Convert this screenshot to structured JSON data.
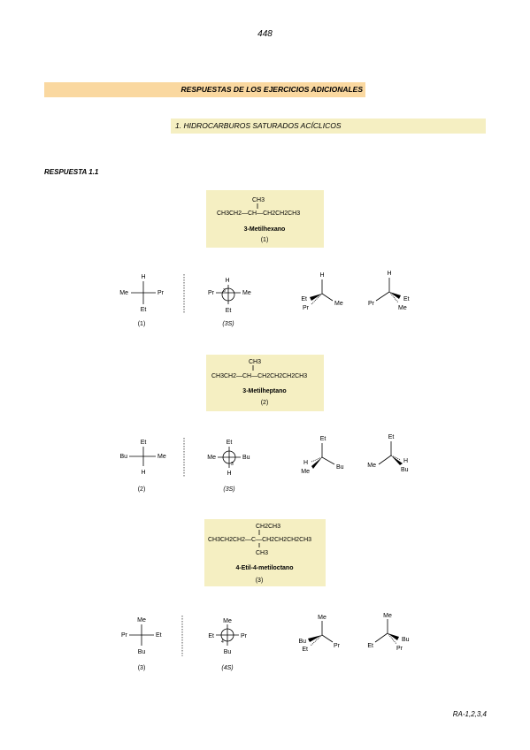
{
  "page_number": "448",
  "section_title": "RESPUESTAS DE LOS EJERCICIOS ADICIONALES",
  "subsection_title": "1. HIDROCARBUROS SATURADOS ACÍCLICOS",
  "answer_label": "RESPUESTA 1.1",
  "footer": "RA-1,2,3,4",
  "compounds": [
    {
      "formula_top": "CH3",
      "formula_main": "CH3CH2—CH—CH2CH2CH3",
      "name": "3-Metilhexano",
      "number": "(1)",
      "fischer": {
        "top": "H",
        "left": "Me",
        "right": "Pr",
        "bottom": "Et",
        "label": "(1)"
      },
      "newman": {
        "top": "H",
        "left": "Pr",
        "right": "Me",
        "bottom": "Et",
        "center": "3",
        "label": "(3S)"
      },
      "persp1": {
        "top": "H",
        "a": "Et",
        "b": "Pr",
        "c": "Me"
      },
      "persp2": {
        "top": "H",
        "a": "Pr",
        "b": "Et",
        "c": "Me"
      }
    },
    {
      "formula_top": "CH3",
      "formula_main": "CH3CH2—CH—CH2CH2CH2CH3",
      "name": "3-Metilheptano",
      "number": "(2)",
      "fischer": {
        "top": "Et",
        "left": "Bu",
        "right": "Me",
        "bottom": "H",
        "label": "(2)"
      },
      "newman": {
        "top": "Et",
        "left": "Me",
        "right": "Bu",
        "bottom": "H",
        "center": "3",
        "label": "(3S)"
      },
      "persp1": {
        "top": "Et",
        "a": "H",
        "b": "Me",
        "c": "Bu"
      },
      "persp2": {
        "top": "Et",
        "a": "Me",
        "b": "H",
        "c": "Bu"
      }
    },
    {
      "formula_top": "CH2CH3",
      "formula_main": "CH3CH2CH2—C—CH2CH2CH2CH3",
      "formula_bottom": "CH3",
      "name": "4-Etil-4-metiloctano",
      "number": "(3)",
      "fischer": {
        "top": "Me",
        "left": "Pr",
        "right": "Et",
        "bottom": "Bu",
        "label": "(3)"
      },
      "newman": {
        "top": "Me",
        "left": "Et",
        "right": "Pr",
        "bottom": "Bu",
        "center": "4",
        "label": "(4S)"
      },
      "persp1": {
        "top": "Me",
        "a": "Bu",
        "b": "Et",
        "c": "Pr"
      },
      "persp2": {
        "top": "Me",
        "a": "Et",
        "b": "Bu",
        "c": "Pr"
      }
    }
  ],
  "colors": {
    "section_band": "#fad8a0",
    "box_band": "#f5efc2"
  }
}
